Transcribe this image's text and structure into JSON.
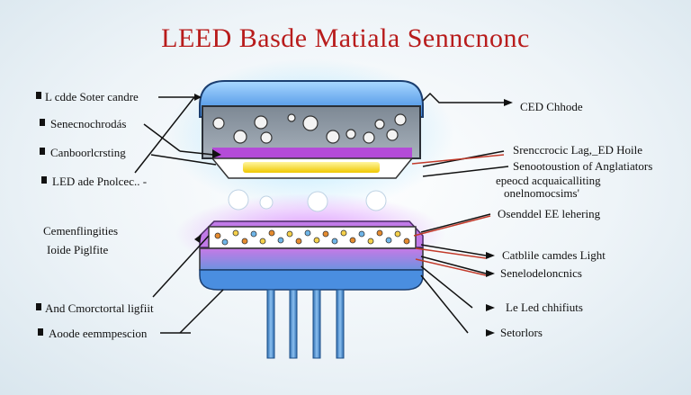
{
  "title": "LEED Basde Matiala Senncnonc",
  "left_labels": [
    "L cdde Soter candre",
    "Senecnochrodás",
    "Canboorlcrsting",
    "LED ade Pnolcec.. -",
    "Cemenflingities",
    "Ioide Piglfite",
    "And Cmorctortal ligfiit",
    "Aoode eemmpescion"
  ],
  "right_labels": [
    "CED Chhode",
    "Srenccrocic Lag,_ED Hoile",
    "Senootoustion of Anglatiators",
    "epeocd acquaicalliting",
    "onelnomocsims'",
    "Osenddel EE lehering",
    "Catblile camdes Light",
    "Senelodeloncnics",
    "Le Led chhifiuts",
    "Setorlors"
  ],
  "colors": {
    "title": "#b81c1c",
    "led_glow": "#7fd3ff",
    "purple": "#b44bd8",
    "pins": "#3d7fc4",
    "dome_body": "#8c98a6"
  }
}
